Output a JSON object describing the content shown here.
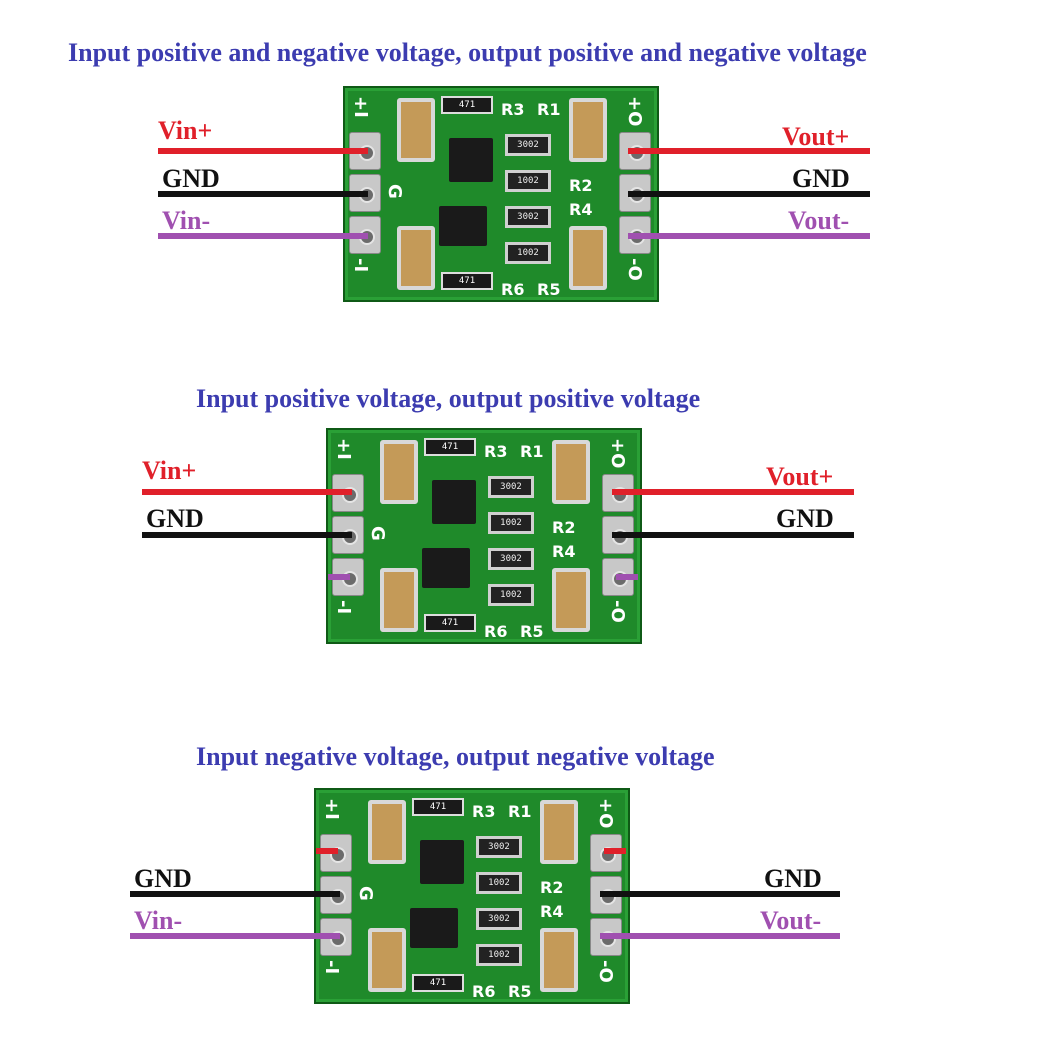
{
  "colors": {
    "title": "#3c3cb0",
    "positive": "#e0202a",
    "ground": "#111111",
    "negative": "#a050b0",
    "board": "#1f8a2a"
  },
  "board_labels": {
    "in_plus": "+I",
    "in_minus": "-I",
    "gnd": "G",
    "out_plus": "+O",
    "out_minus": "-O",
    "r3": "R3",
    "r1": "R1",
    "r2": "R2",
    "r4": "R4",
    "r6": "R6",
    "r5": "R5",
    "res_3002": "3002",
    "res_1002": "1002",
    "cap_code": "471"
  },
  "sections": [
    {
      "title": "Input positive and negative voltage, output positive and negative voltage",
      "left": {
        "vin_plus": "Vin+",
        "gnd": "GND",
        "vin_minus": "Vin-"
      },
      "right": {
        "vout_plus": "Vout+",
        "gnd": "GND",
        "vout_minus": "Vout-"
      }
    },
    {
      "title": "Input positive  voltage, output positive  voltage",
      "left": {
        "vin_plus": "Vin+",
        "gnd": "GND"
      },
      "right": {
        "vout_plus": "Vout+",
        "gnd": "GND"
      }
    },
    {
      "title": "Input negative voltage, output negative voltage",
      "left": {
        "gnd": "GND",
        "vin_minus": "Vin-"
      },
      "right": {
        "gnd": "GND",
        "vout_minus": "Vout-"
      }
    }
  ]
}
